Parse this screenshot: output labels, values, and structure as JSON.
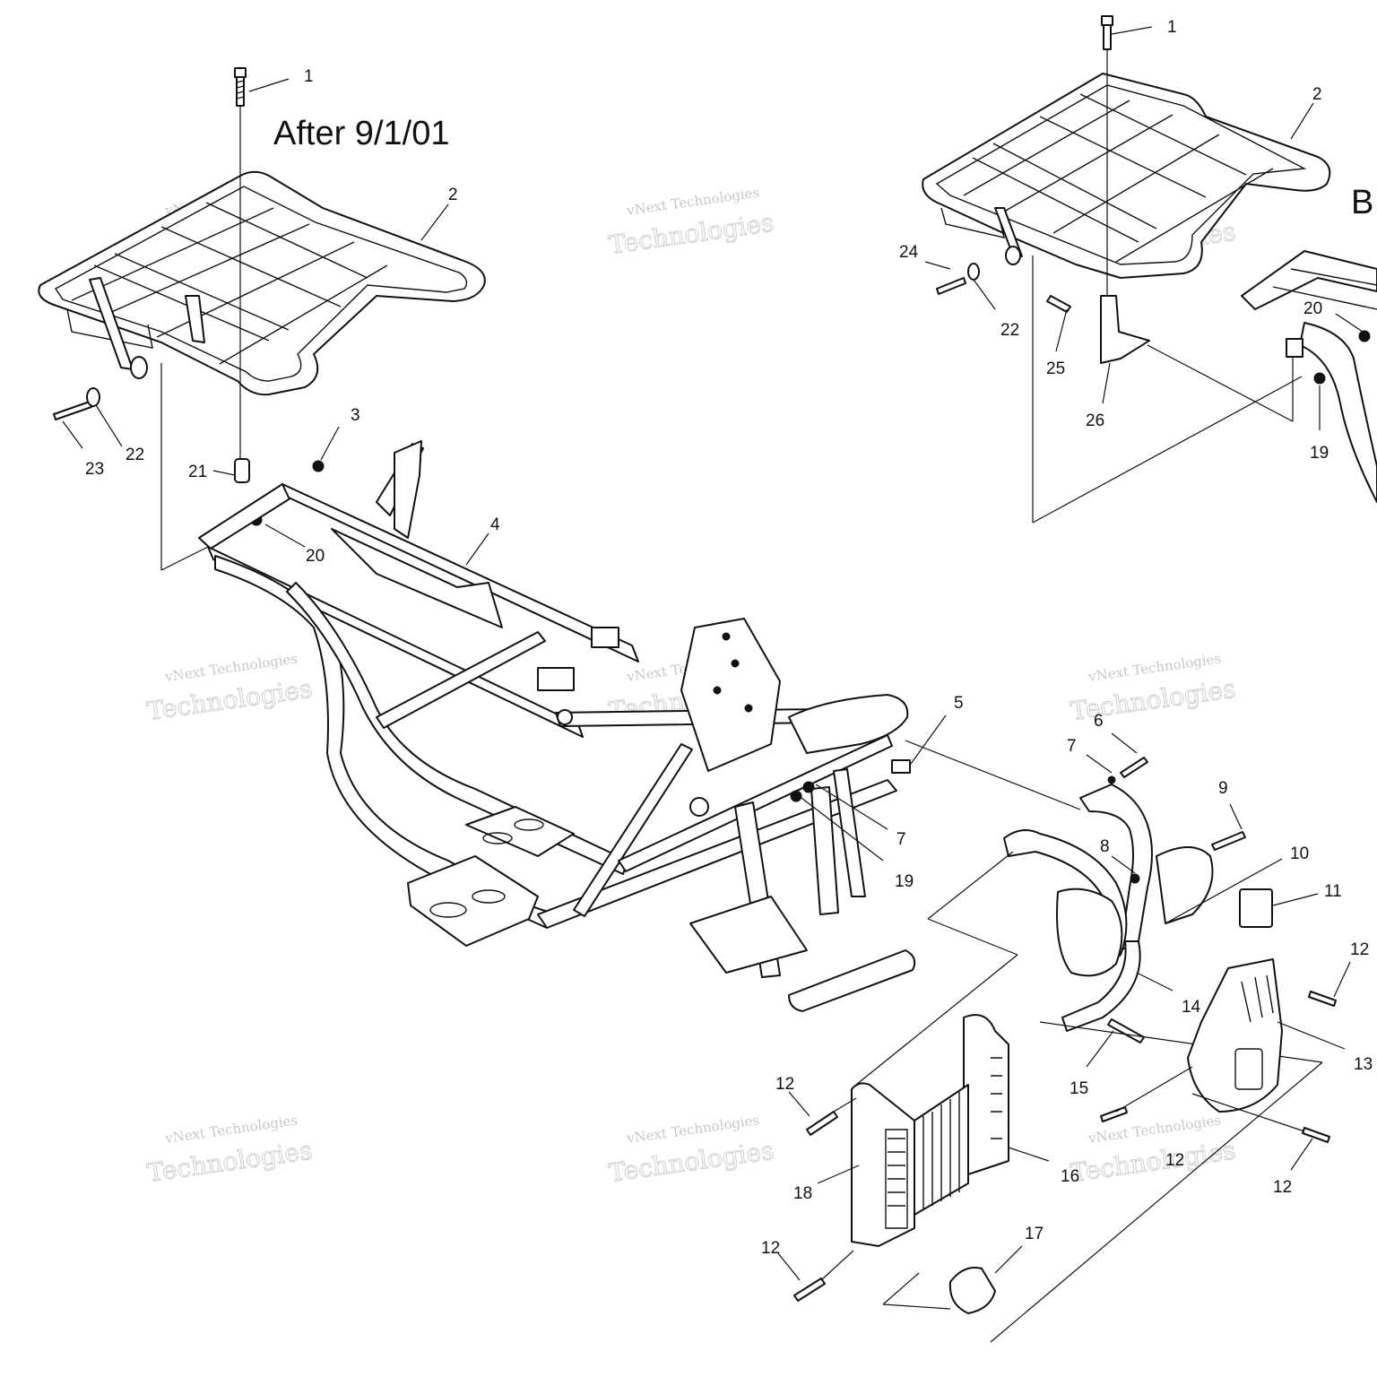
{
  "diagram": {
    "heading_left": "After 9/1/01",
    "heading_right_partial": "B",
    "watermark_line1": "vNext Technologies",
    "watermark_line2": "Technologies"
  },
  "callouts": {
    "l1": "1",
    "l2": "2",
    "l3": "3",
    "l4": "4",
    "l5": "5",
    "l6": "6",
    "l7a": "7",
    "l7b": "7",
    "l8": "8",
    "l9": "9",
    "l10": "10",
    "l11": "11",
    "l12a": "12",
    "l12b": "12",
    "l12c": "12",
    "l12d": "12",
    "l12e": "12",
    "l13": "13",
    "l14": "14",
    "l15": "15",
    "l16": "16",
    "l17": "17",
    "l18": "18",
    "l19a": "19",
    "l20a": "20",
    "l21": "21",
    "l22a": "22",
    "l23": "23",
    "r1": "1",
    "r2": "2",
    "r19": "19",
    "r20": "20",
    "r22": "22",
    "r24": "24",
    "r25": "25",
    "r26": "26"
  }
}
